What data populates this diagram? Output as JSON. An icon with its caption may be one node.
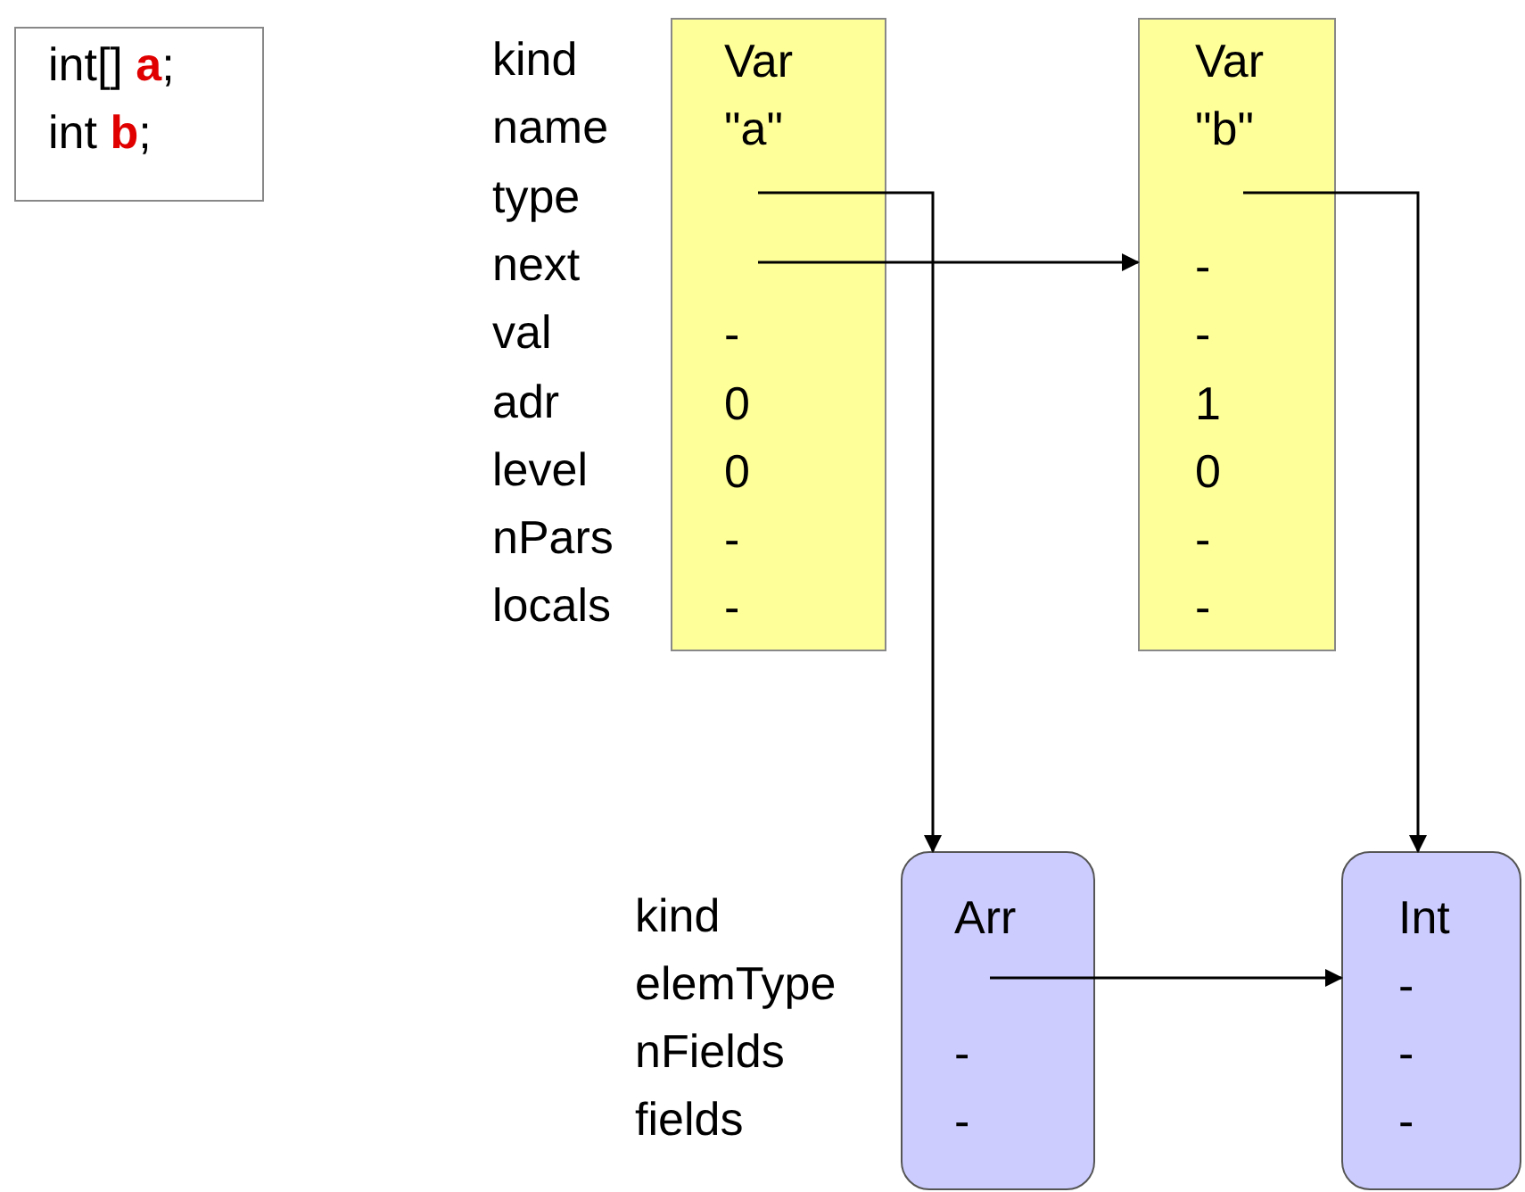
{
  "diagram": {
    "nodes": [
      {
        "text": [
          "int[] **a**;",
          "int **b**;"
        ]
      },
      {
        "text": [
          "Var",
          "\"a\"",
          "-",
          "0",
          "0",
          "-",
          "-"
        ],
        "beside": [
          "kind",
          "name",
          "type",
          "next",
          "val",
          "adr",
          "level",
          "nPars",
          "locals"
        ]
      },
      {
        "text": [
          "Var",
          "\"b\"",
          "-",
          "-",
          "1",
          "0",
          "-",
          "-"
        ]
      },
      {
        "text": [
          "Arr",
          "-",
          "-"
        ],
        "beside": [
          "kind",
          "elemType",
          "nFields",
          "fields"
        ]
      },
      {
        "text": [
          "Int",
          "-",
          "-",
          "-"
        ]
      }
    ],
    "edges": [
      {
        "from": 1,
        "to": 3,
        "arrow": "to"
      },
      {
        "from": 1,
        "to": 2,
        "arrow": "to"
      },
      {
        "from": 2,
        "to": 4,
        "arrow": "to"
      },
      {
        "from": 3,
        "to": 4,
        "arrow": "to"
      }
    ]
  }
}
